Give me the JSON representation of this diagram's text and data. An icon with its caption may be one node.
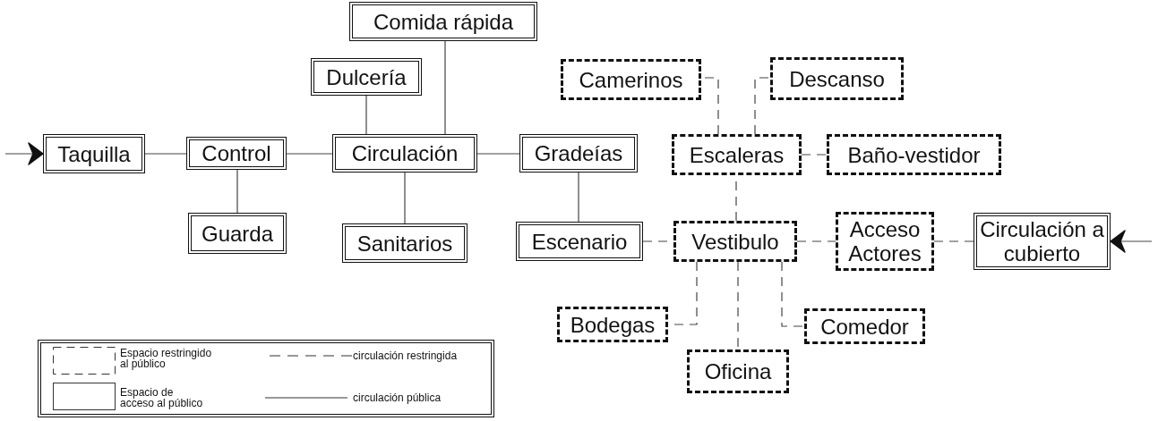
{
  "diagram": {
    "nodes": [
      {
        "text": [
          "Comida rápida"
        ]
      },
      {
        "text": [
          "Dulcería"
        ]
      },
      {
        "text": [
          "Camerinos"
        ]
      },
      {
        "text": [
          "Descanso"
        ]
      },
      {
        "text": [
          "Taquilla"
        ]
      },
      {
        "text": [
          "Control"
        ]
      },
      {
        "text": [
          "Circulación"
        ]
      },
      {
        "text": [
          "Gradeías"
        ]
      },
      {
        "text": [
          "Escaleras"
        ]
      },
      {
        "text": [
          "Baño-vestidor"
        ]
      },
      {
        "text": [
          "Guarda"
        ]
      },
      {
        "text": [
          "Sanitarios"
        ]
      },
      {
        "text": [
          "Escenario"
        ]
      },
      {
        "text": [
          "Vestibulo"
        ]
      },
      {
        "text": [
          "Acceso Actores"
        ]
      },
      {
        "text": [
          "Circulación a cubierto"
        ]
      },
      {
        "text": [
          "Bodegas"
        ]
      },
      {
        "text": [
          "Comedor"
        ]
      },
      {
        "text": [
          "Oficina"
        ]
      }
    ],
    "edges": [
      {
        "from": null,
        "to": 4,
        "arrow": "to"
      },
      {
        "from": 4,
        "to": 5,
        "arrow": "none"
      },
      {
        "from": 5,
        "to": 6,
        "arrow": "none"
      },
      {
        "from": 5,
        "to": 10,
        "arrow": "none"
      },
      {
        "from": 6,
        "to": 1,
        "arrow": "none"
      },
      {
        "from": 6,
        "to": 0,
        "arrow": "none"
      },
      {
        "from": 6,
        "to": 11,
        "arrow": "none"
      },
      {
        "from": 6,
        "to": 7,
        "arrow": "none"
      },
      {
        "from": 7,
        "to": 12,
        "arrow": "none"
      },
      {
        "from": 12,
        "to": 13,
        "arrow": "none",
        "style": "dashed"
      },
      {
        "from": 13,
        "to": 14,
        "arrow": "none",
        "style": "dashed"
      },
      {
        "from": 14,
        "to": 15,
        "arrow": "none",
        "style": "dashed"
      },
      {
        "from": null,
        "to": 15,
        "arrow": "to"
      },
      {
        "from": 13,
        "to": 8,
        "arrow": "none",
        "style": "dashed"
      },
      {
        "from": 8,
        "to": 2,
        "arrow": "none",
        "style": "dashed"
      },
      {
        "from": 8,
        "to": 3,
        "arrow": "none",
        "style": "dashed"
      },
      {
        "from": 8,
        "to": 9,
        "arrow": "none",
        "style": "dashed"
      },
      {
        "from": 13,
        "to": 16,
        "arrow": "none",
        "style": "dashed"
      },
      {
        "from": 13,
        "to": 17,
        "arrow": "none",
        "style": "dashed"
      },
      {
        "from": 13,
        "to": 18,
        "arrow": "none",
        "style": "dashed"
      }
    ],
    "legend": [
      {
        "text": "Espacio restringido al público"
      },
      {
        "text": "circulación restringida"
      },
      {
        "text": "Espacio de acceso al público"
      },
      {
        "text": "circulación pública"
      }
    ]
  }
}
